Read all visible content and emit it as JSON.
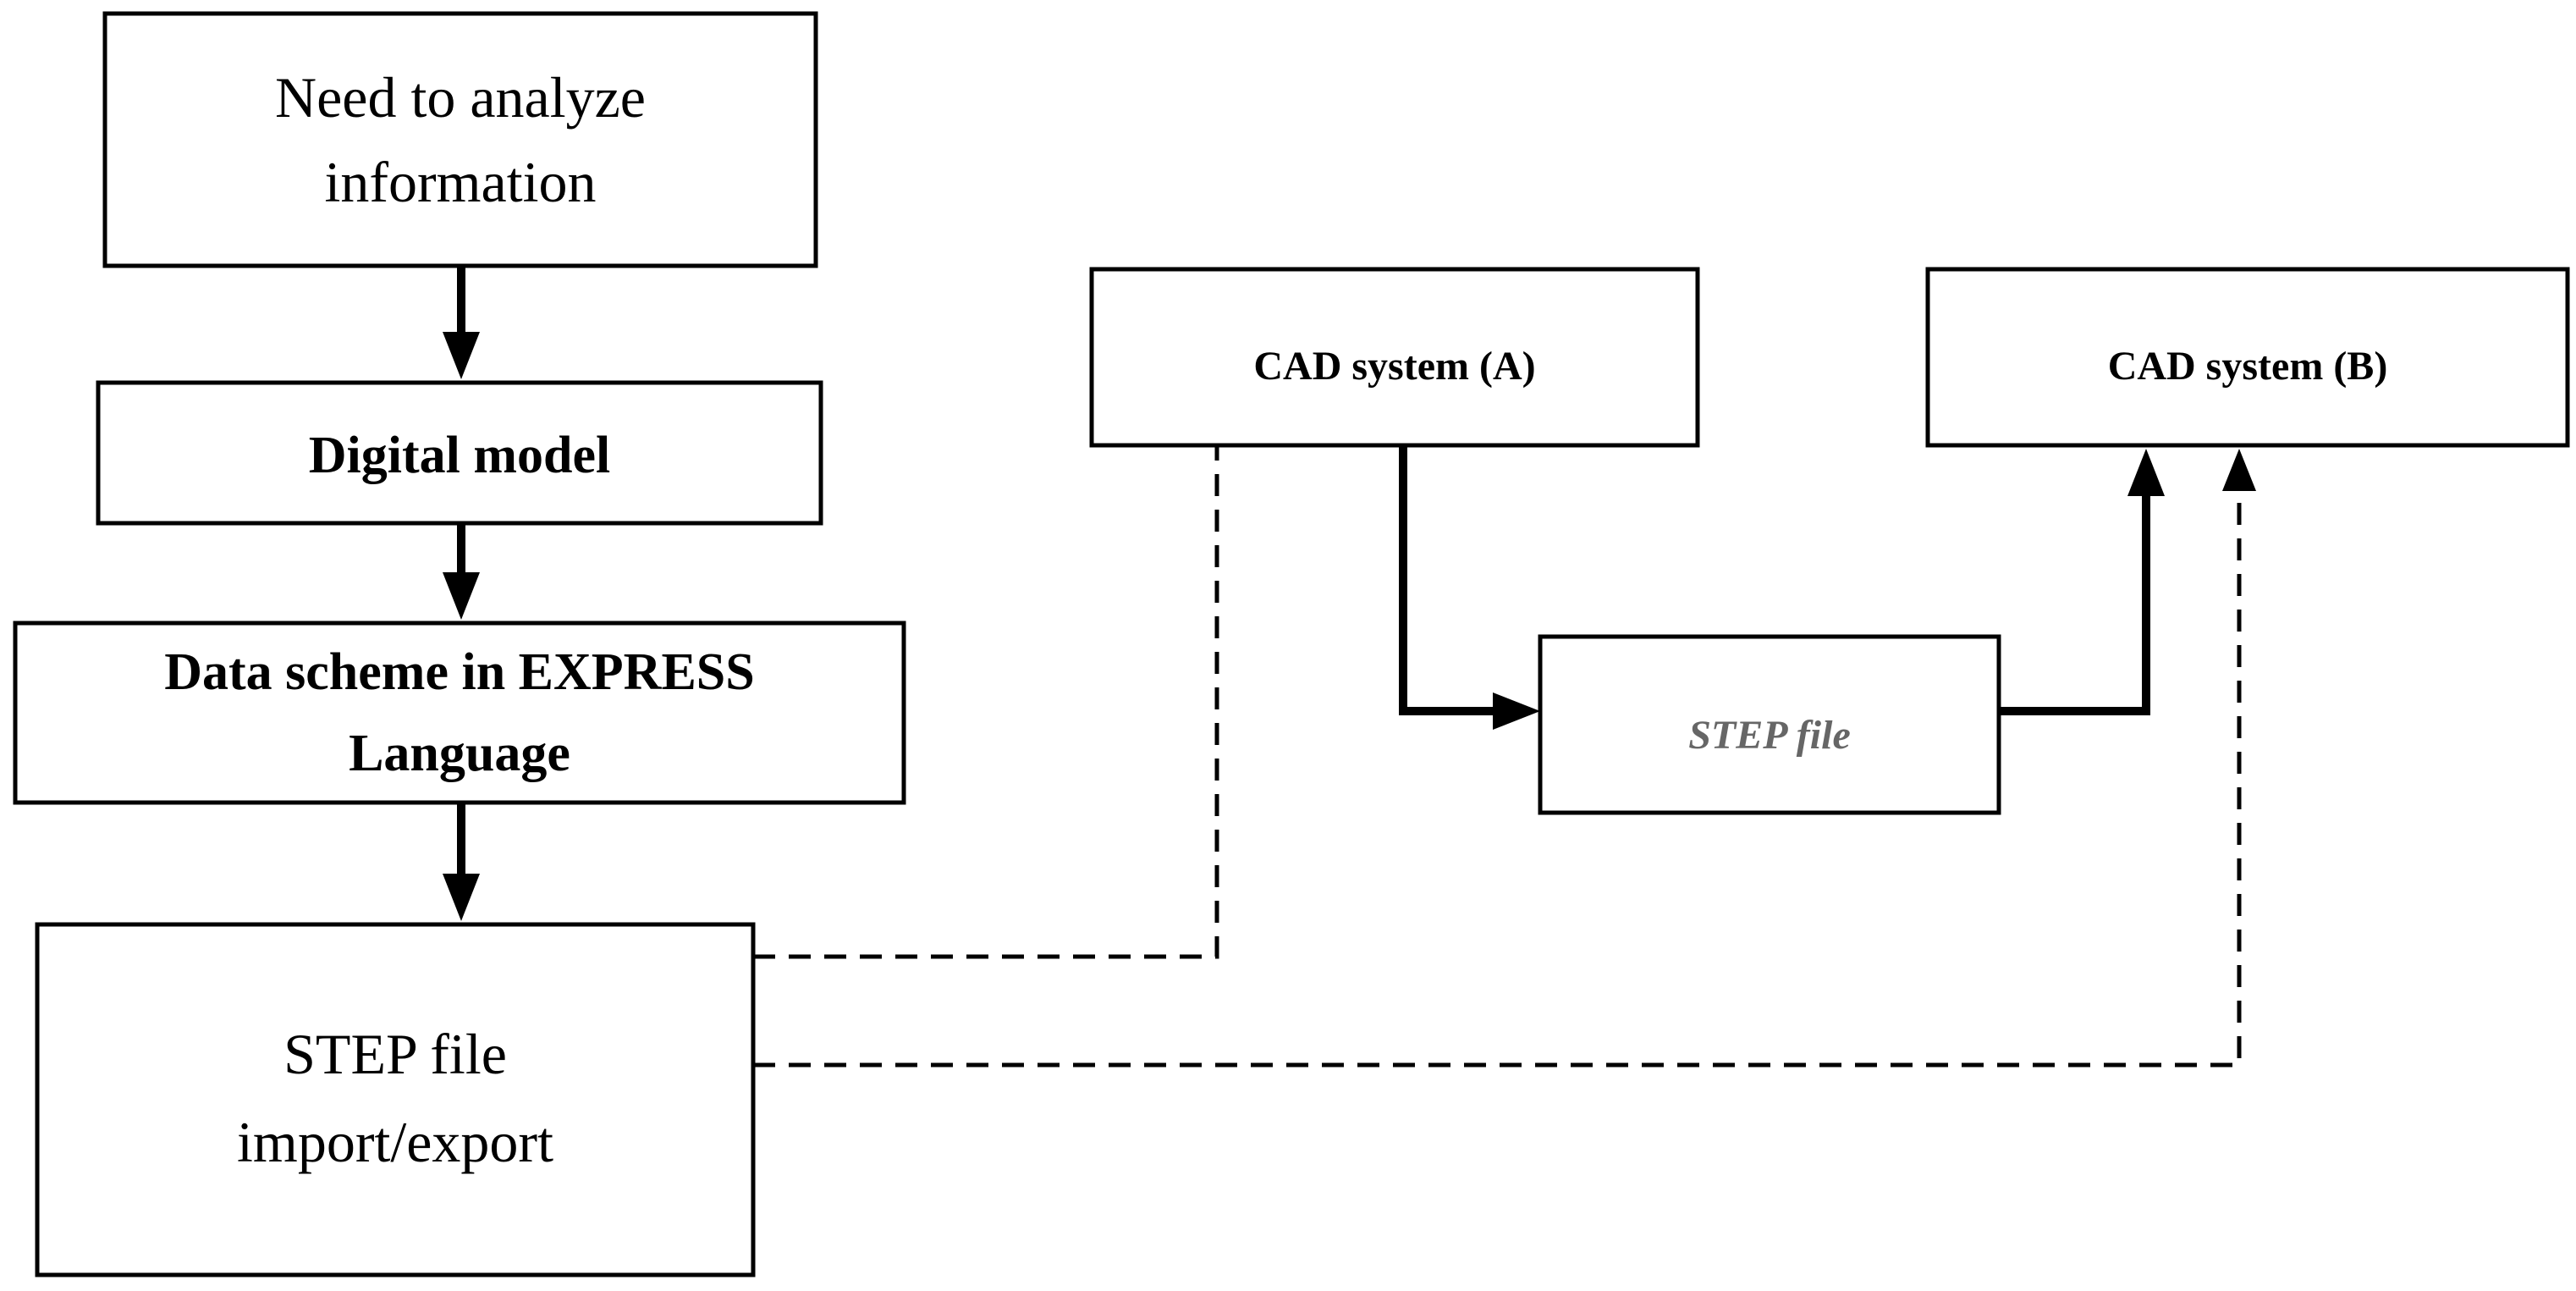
{
  "nodes": {
    "need_to_analyze": {
      "line1": "Need to analyze",
      "line2": "information"
    },
    "digital_model": {
      "label": "Digital model"
    },
    "data_scheme": {
      "line1": "Data scheme in EXPRESS",
      "line2": "Language"
    },
    "step_import_export": {
      "line1": "STEP file",
      "line2": "import/export"
    },
    "cad_a": {
      "label": "CAD system (A)"
    },
    "cad_b": {
      "label": "CAD system (B)"
    },
    "step_file": {
      "label": "STEP file"
    }
  },
  "style": {
    "line_color": "#000000",
    "box_fill": "#ffffff",
    "step_file_text_color": "#666666",
    "connector_solid": "solid",
    "connector_dashed": "dashed"
  }
}
